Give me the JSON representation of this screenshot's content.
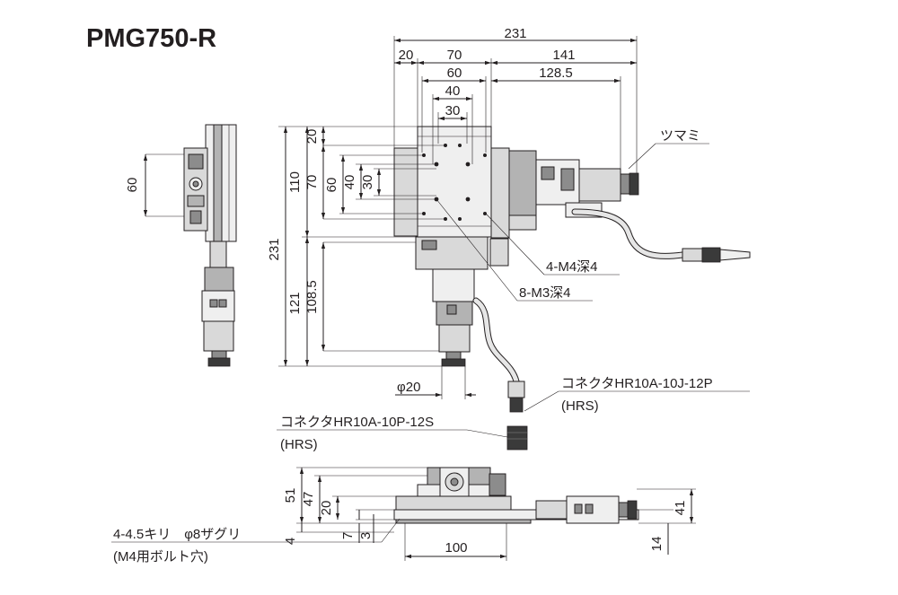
{
  "title": "PMG750-R",
  "dimensions": {
    "top_total": "231",
    "top_20": "20",
    "top_70": "70",
    "top_141": "141",
    "top_60": "60",
    "top_128_5": "128.5",
    "top_40": "40",
    "top_30": "30",
    "left_20": "20",
    "left_110": "110",
    "left_70": "70",
    "left_60": "60",
    "left_40": "40",
    "left_30": "30",
    "left_231": "231",
    "left_121": "121",
    "left_108_5": "108.5",
    "side_60": "60",
    "phi20": "φ20",
    "front_51": "51",
    "front_47": "47",
    "front_20": "20",
    "front_4": "4",
    "front_7": "7",
    "front_3": "3",
    "front_100": "100",
    "front_41": "41",
    "front_14": "14"
  },
  "labels": {
    "knob": "ツマミ",
    "m4": "4-M4深4",
    "m3": "8-M3深4",
    "connector_j_line1": "コネクタHR10A-10J-12P",
    "connector_j_line2": "(HRS)",
    "connector_p_line1": "コネクタHR10A-10P-12S",
    "connector_p_line2": "(HRS)",
    "holes_line1": "4-4.5キリ　φ8ザグリ",
    "holes_line2": "(M4用ボルト穴)"
  }
}
